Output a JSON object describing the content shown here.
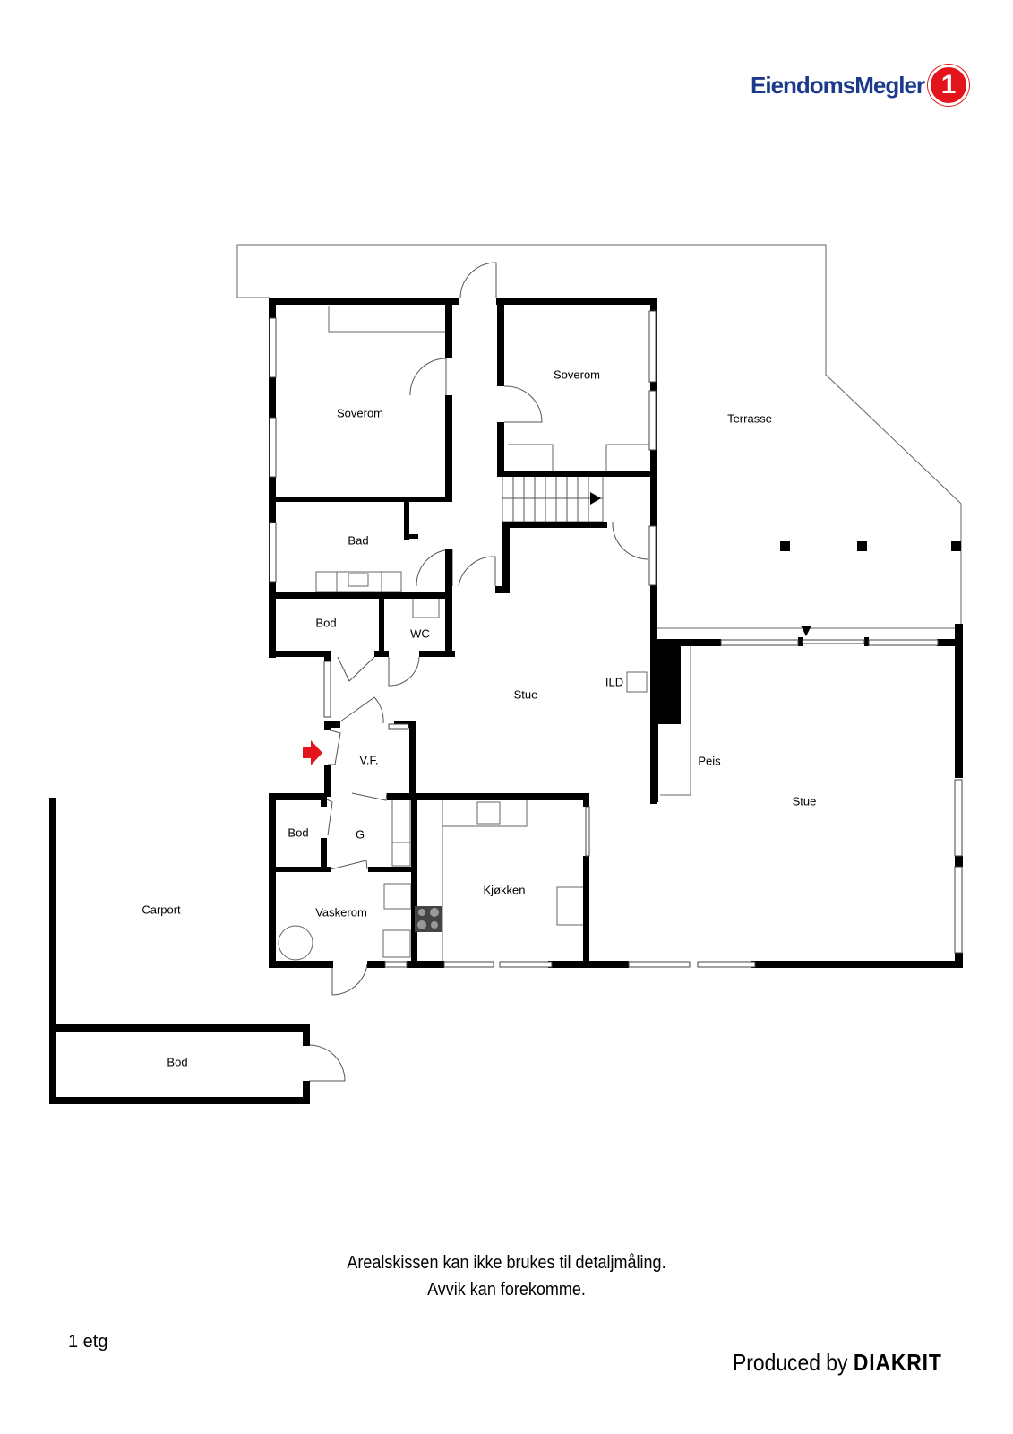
{
  "header": {
    "brand": "EiendomsMegler",
    "brand_badge": "1",
    "brand_color": "#1b3a8c",
    "badge_color": "#e3141b"
  },
  "rooms": {
    "soverom_1": "Soverom",
    "soverom_2": "Soverom",
    "terrasse": "Terrasse",
    "bad": "Bad",
    "bod_1": "Bod",
    "wc": "WC",
    "ild": "ILD",
    "stue_1": "Stue",
    "vf": "V.F.",
    "peis": "Peis",
    "stue_2": "Stue",
    "bod_2": "Bod",
    "g": "G",
    "kjokken": "Kjøkken",
    "carport": "Carport",
    "vaskerom": "Vaskerom",
    "bod_3": "Bod"
  },
  "entrance_marker_color": "#e3141b",
  "footer": {
    "disclaimer_line1": "Arealskissen kan ikke brukes til detaljmåling.",
    "disclaimer_line2": "Avvik kan forekomme.",
    "floor_label": "1 etg",
    "produced_by": "Produced by",
    "producer": "DIAKRIT"
  }
}
